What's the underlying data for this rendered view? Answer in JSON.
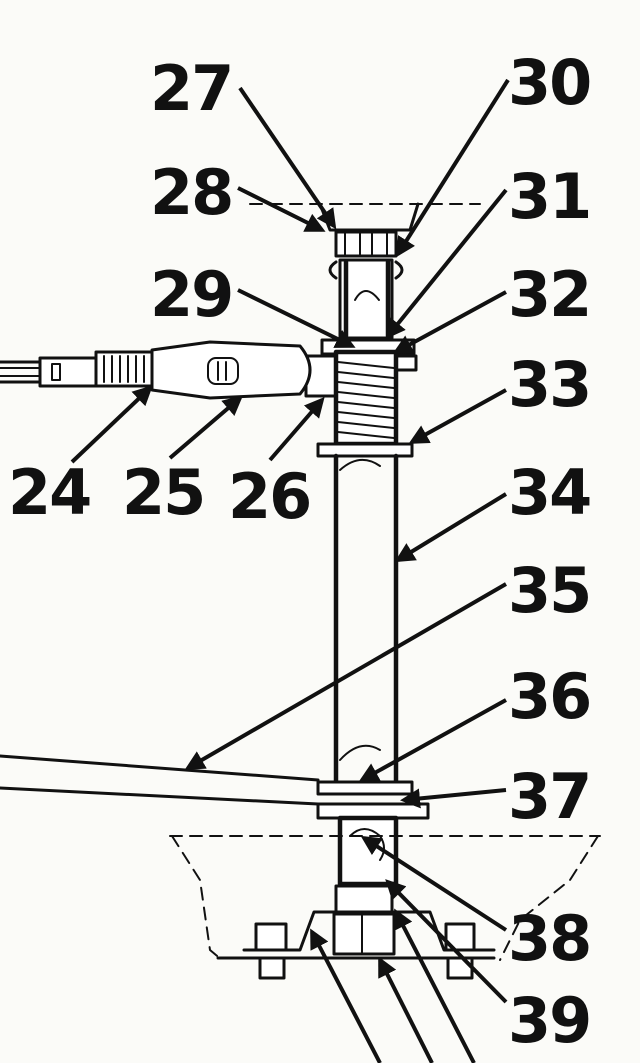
{
  "callouts": {
    "c24": "24",
    "c25": "25",
    "c26": "26",
    "c27": "27",
    "c28": "28",
    "c29": "29",
    "c30": "30",
    "c31": "31",
    "c32": "32",
    "c33": "33",
    "c34": "34",
    "c35": "35",
    "c36": "36",
    "c37": "37",
    "c38": "38",
    "c39": "39"
  },
  "colors": {
    "ink": "#111111",
    "paper": "#fbfbf8"
  }
}
